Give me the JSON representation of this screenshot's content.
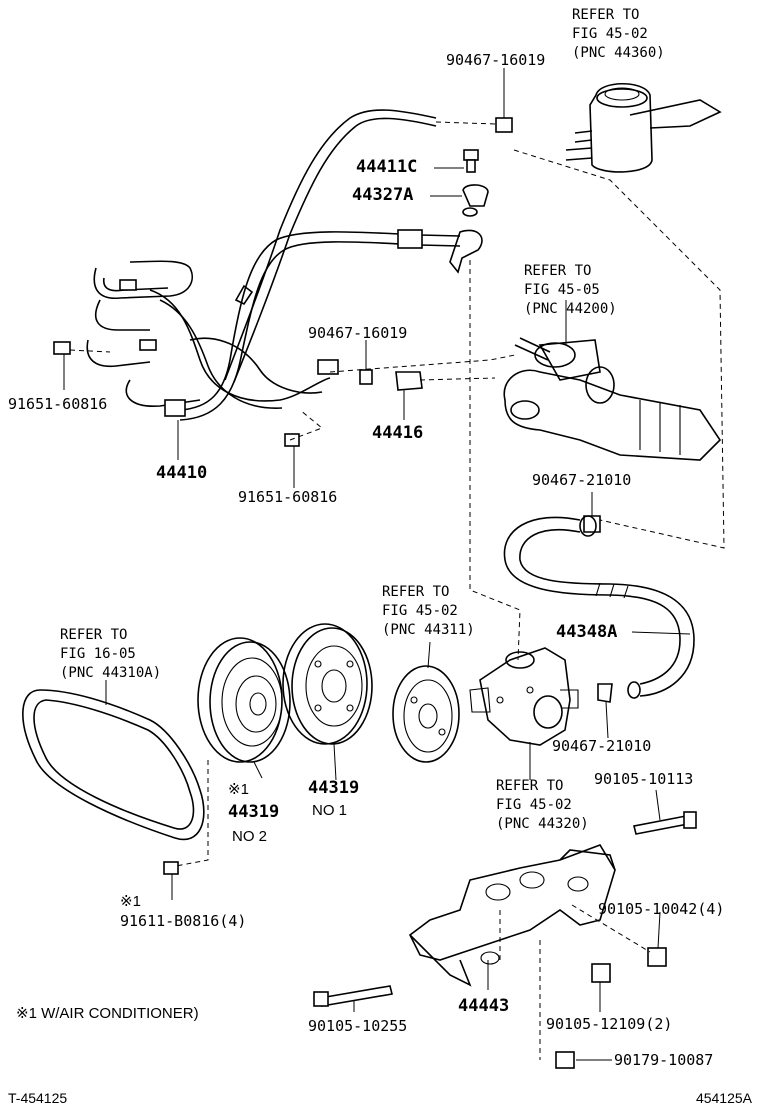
{
  "refs": {
    "reservoir": [
      "REFER TO",
      "FIG 45-02",
      "(PNC 44360)"
    ],
    "gear": [
      "REFER TO",
      "FIG 45-05",
      "(PNC 44200)"
    ],
    "pump_pulley": [
      "REFER TO",
      "FIG 45-02",
      "(PNC 44311)"
    ],
    "belt": [
      "REFER TO",
      "FIG 16-05",
      "(PNC 44310A)"
    ],
    "pump": [
      "REFER TO",
      "FIG 45-02",
      "(PNC 44320)"
    ]
  },
  "parts": {
    "clip_top": "90467-16019",
    "bolt_44411c": "44411C",
    "gasket_44327a": "44327A",
    "clip_mid": "90467-16019",
    "bolt_left": "91651-60816",
    "pipe_44410": "44410",
    "union_44416": "44416",
    "bolt_mid": "91651-60816",
    "clamp_upper": "90467-21010",
    "hose_44348a": "44348A",
    "clamp_lower": "90467-21010",
    "pulley_no2_mark": "※1",
    "pulley_no2": "44319",
    "pulley_no2_sub": "NO 2",
    "pulley_no1": "44319",
    "pulley_no1_sub": "NO 1",
    "bolt_10113": "90105-10113",
    "bolt_b0816_mark": "※1",
    "bolt_b0816": "91611-B0816(4)",
    "bolt_10042": "90105-10042(4)",
    "bracket_44443": "44443",
    "bolt_12109": "90105-12109(2)",
    "bolt_10255": "90105-10255",
    "nut_10087": "90179-10087"
  },
  "note": "※1 W/AIR CONDITIONER)",
  "footer": {
    "left": "T-454125",
    "right": "454125A"
  }
}
